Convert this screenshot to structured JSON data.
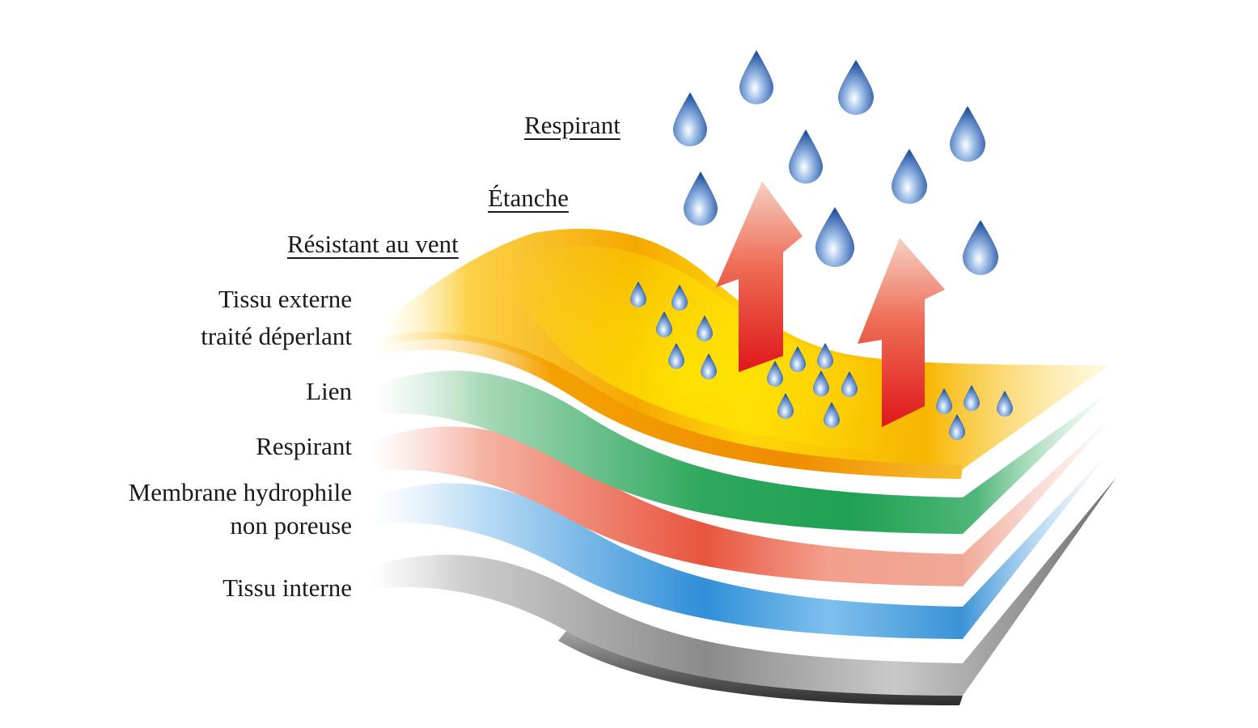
{
  "benefits": [
    {
      "text": "Respirant"
    },
    {
      "text": "Étanche"
    },
    {
      "text": "Résistant au vent"
    }
  ],
  "layers": [
    {
      "lines": [
        "Tissu externe",
        "traité déperlant"
      ],
      "color": "#f6c500"
    },
    {
      "lines": [
        "Lien"
      ],
      "color": "#1fa154"
    },
    {
      "lines": [
        "Respirant"
      ],
      "color": "#e8553f"
    },
    {
      "lines": [
        "Membrane hydrophile",
        "non poreuse"
      ],
      "color": "#3a92d6"
    },
    {
      "lines": [
        "Tissu interne"
      ],
      "color": "#7a7a7a"
    }
  ],
  "colors": {
    "drop": "#1f5aa8",
    "arrow": "#e0161b",
    "text": "#1a1a1a"
  }
}
